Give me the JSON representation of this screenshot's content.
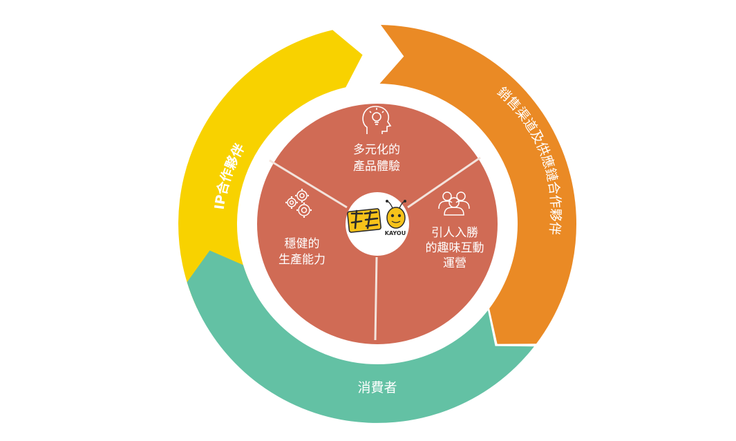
{
  "diagram": {
    "outer_ring": [
      {
        "label": "IP合作夥伴",
        "color": "#F8D200"
      },
      {
        "label": "銷售渠道及供應鏈合作夥伴",
        "color": "#EA8A25"
      },
      {
        "label": "消費者",
        "color": "#63C1A4"
      }
    ],
    "inner_segments": [
      {
        "lines": [
          "多元化的",
          "產品體驗"
        ],
        "icon": "lightbulb-head-icon"
      },
      {
        "lines": [
          "引人入勝",
          "的趣味互動",
          "運營"
        ],
        "icon": "people-group-icon"
      },
      {
        "lines": [
          "穩健的",
          "生產能力"
        ],
        "icon": "gears-icon"
      }
    ],
    "center_logo_text": "KAYOU",
    "colors": {
      "inner_disc": "#D06B55",
      "divider": "#F3E3DC",
      "text_on_color": "#FFFFFF",
      "logo_yellow": "#F7C21A",
      "logo_dark": "#2B2B2B"
    }
  }
}
